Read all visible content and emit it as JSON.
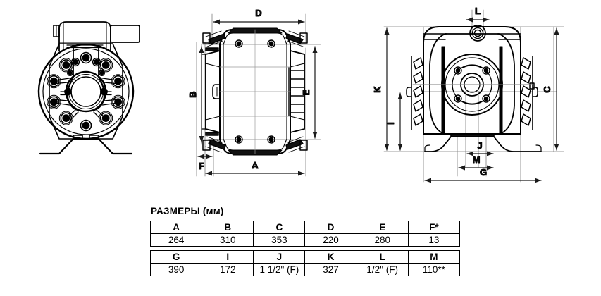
{
  "page": {
    "kind": "technical-dimension-drawing",
    "background_color": "#ffffff",
    "line_color": "#000000"
  },
  "views": [
    {
      "id": "front-view",
      "name": "front-view-pump",
      "description": "Front view of air-operated double diaphragm pump with bolted circular flange and 10 bolts",
      "dimension_labels": []
    },
    {
      "id": "top-view",
      "name": "top-view-pump",
      "description": "Top view of pump showing twin fluid chambers",
      "dimension_labels": [
        "D",
        "B",
        "E",
        "F",
        "A"
      ]
    },
    {
      "id": "side-view",
      "name": "side-view-pump",
      "description": "Side view of pump showing central air inlet hub and mounting feet",
      "dimension_labels": [
        "L",
        "K",
        "C",
        "I",
        "J",
        "M",
        "G"
      ]
    }
  ],
  "dimension_callouts": {
    "top_view": {
      "D": "D",
      "B": "B",
      "E": "E",
      "F": "F",
      "A": "A"
    },
    "side_view": {
      "L": "L",
      "K": "K",
      "C": "C",
      "I": "I",
      "J": "J",
      "M": "M",
      "G": "G"
    }
  },
  "dims_table": {
    "title": "РАЗМЕРЫ (мм)",
    "tables": [
      {
        "headers": [
          "A",
          "B",
          "C",
          "D",
          "E",
          "F*"
        ],
        "values": [
          "264",
          "310",
          "353",
          "220",
          "280",
          "13"
        ]
      },
      {
        "headers": [
          "G",
          "I",
          "J",
          "K",
          "L",
          "M"
        ],
        "values": [
          "390",
          "172",
          "1 1/2\" (F)",
          "327",
          "1/2\" (F)",
          "110**"
        ]
      }
    ]
  }
}
